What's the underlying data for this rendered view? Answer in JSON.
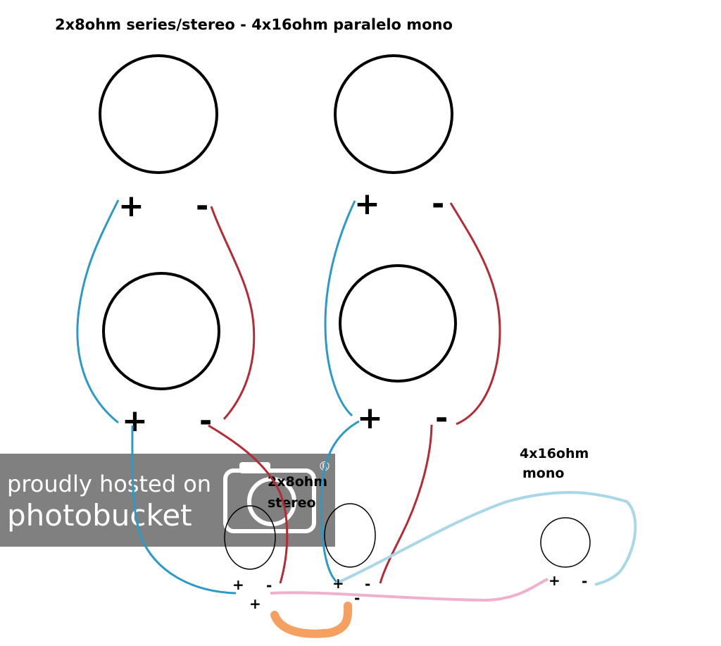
{
  "title": "2x8ohm series/stereo - 4x16ohm paralelo mono",
  "labels": {
    "stereo_line1": "2x8ohm",
    "stereo_line2": "stereo",
    "mono_line1": "4x16ohm",
    "mono_line2": "mono"
  },
  "terminals": {
    "plus": "+",
    "minus": "-"
  },
  "watermark": {
    "line1": "proudly hosted on",
    "line2": "photobucket",
    "registered": "®"
  },
  "colors": {
    "positive_wire": "#2a9ac8",
    "negative_wire": "#b52a35",
    "mono_wire": "#a8d8e8",
    "pink_wire": "#f0b0cc",
    "jumper": "#f5a060",
    "speaker_outline": "#000000",
    "watermark_bg": "#6e6e6e"
  }
}
